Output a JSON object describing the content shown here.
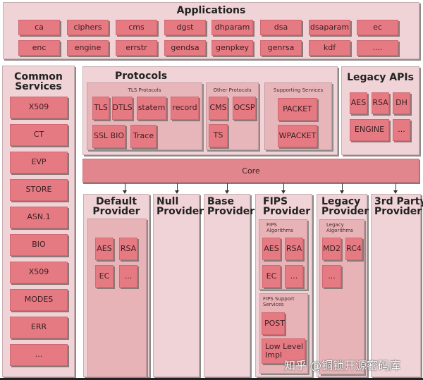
{
  "applications": {
    "title": "Applications",
    "row1": [
      "ca",
      "ciphers",
      "cms",
      "dgst",
      "dhparam",
      "dsa",
      "dsaparam",
      "ec"
    ],
    "row2": [
      "enc",
      "engine",
      "errstr",
      "gendsa",
      "genpkey",
      "genrsa",
      "kdf",
      "...."
    ]
  },
  "common_services": {
    "title_line1": "Common",
    "title_line2": "Services",
    "items": [
      "X509",
      "CT",
      "EVP",
      "STORE",
      "ASN.1",
      "BIO",
      "X509",
      "MODES",
      "ERR",
      "..."
    ]
  },
  "protocols": {
    "title": "Protocols",
    "tls": {
      "title": "TLS Protocols",
      "items": [
        "TLS",
        "DTLS",
        "statem",
        "record",
        "SSL BIO",
        "Trace"
      ]
    },
    "other": {
      "title": "Other Protocols",
      "items": [
        "CMS",
        "OCSP",
        "TS"
      ]
    },
    "supporting": {
      "title": "Supporting Services",
      "items": [
        "PACKET",
        "WPACKET"
      ]
    }
  },
  "legacy_apis": {
    "title": "Legacy APIs",
    "items": [
      "AES",
      "RSA",
      "DH",
      "ENGINE",
      "..."
    ]
  },
  "core": {
    "label": "Core"
  },
  "providers": {
    "default": {
      "line1": "Default",
      "line2": "Provider",
      "items": [
        "AES",
        "RSA",
        "EC",
        "..."
      ]
    },
    "null": {
      "line1": "Null",
      "line2": "Provider"
    },
    "base": {
      "line1": "Base",
      "line2": "Provider"
    },
    "fips": {
      "line1": "FIPS",
      "line2": "Provider",
      "algorithms_title_1": "FIPS",
      "algorithms_title_2": "Algorithms",
      "algorithms": [
        "AES",
        "RSA",
        "EC",
        "..."
      ],
      "support_title_1": "FIPS Support",
      "support_title_2": "Services",
      "support": [
        "POST",
        "Low Level Impl"
      ]
    },
    "legacy": {
      "line1": "Legacy",
      "line2": "Provider",
      "algorithms_title_1": "Legacy",
      "algorithms_title_2": "Algorithms",
      "algorithms": [
        "MD2",
        "RC4",
        "..."
      ]
    },
    "third_party": {
      "line1": "3rd Party",
      "line2": "Provider"
    }
  },
  "watermark": {
    "text": "知乎 @铜锁开源密码库"
  }
}
